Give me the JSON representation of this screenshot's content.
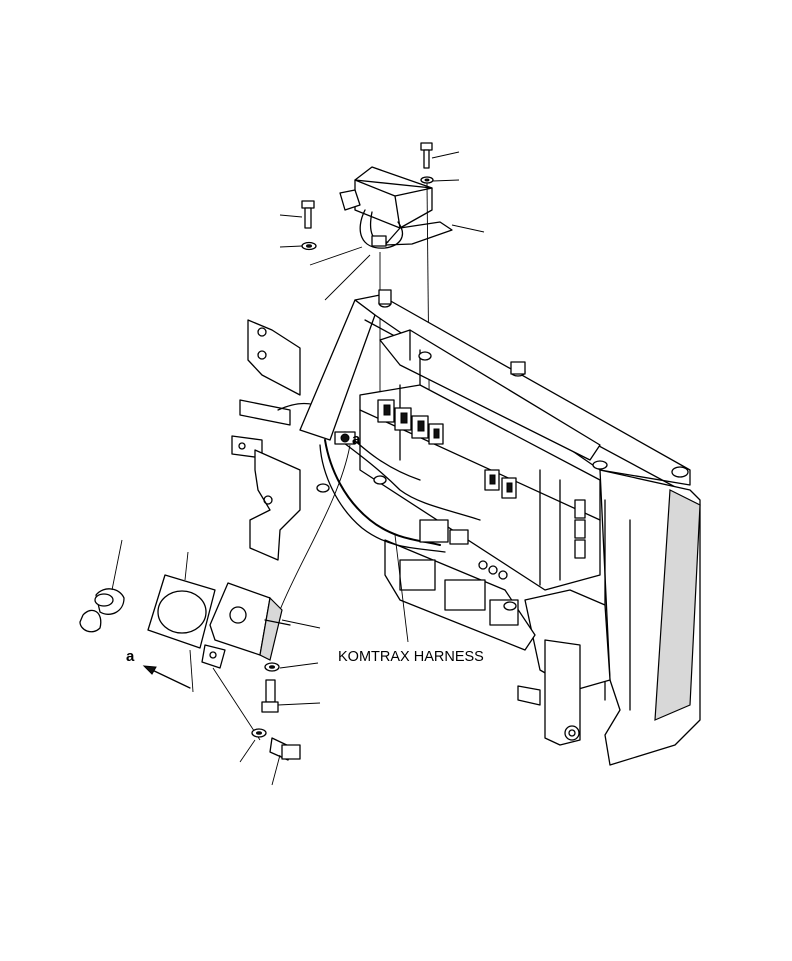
{
  "labels": {
    "harness": "KOMTRAX HARNESS",
    "view_a_top": "a",
    "view_a_side": "a"
  }
}
